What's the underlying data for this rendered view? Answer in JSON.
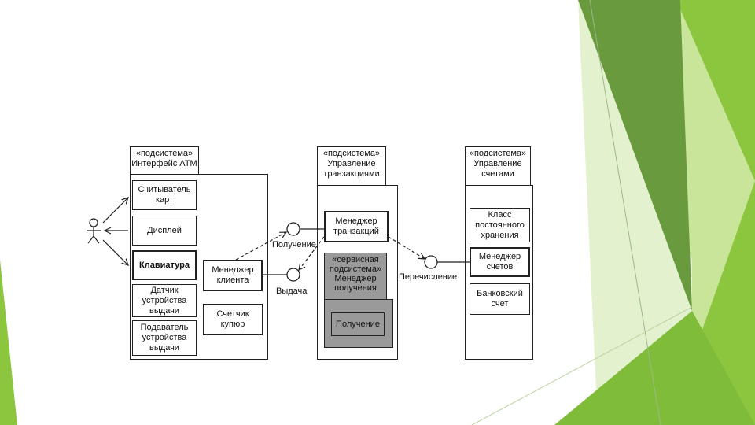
{
  "diagram": {
    "subsystems": [
      {
        "stereotype": "«подсистема»",
        "name": "Интерфейс ATM",
        "components": [
          "Считыватель карт",
          "Дисплей",
          "Клавиатура",
          "Датчик устройства выдачи",
          "Подаватель устройства выдачи",
          "Менеджер клиента",
          "Счетчик купюр"
        ]
      },
      {
        "stereotype": "«подсистема»",
        "name": "Управление транзакциями",
        "components": [
          "Менеджер транзакций"
        ],
        "service_subsystem": {
          "label": "«сервисная подсистема» Менеджер получения",
          "inner": "Получение"
        }
      },
      {
        "stereotype": "«подсистема»",
        "name": "Управление счетами",
        "components": [
          "Класс постоянного хранения",
          "Менеджер счетов",
          "Банковский счет"
        ]
      }
    ],
    "interfaces": [
      "Получение",
      "Выдача",
      "Перечисление"
    ],
    "colors": {
      "slide_green_dark": "#6a9a3e",
      "slide_green_light": "#8cc63f",
      "slide_green_pale": "#c9e59a"
    }
  }
}
